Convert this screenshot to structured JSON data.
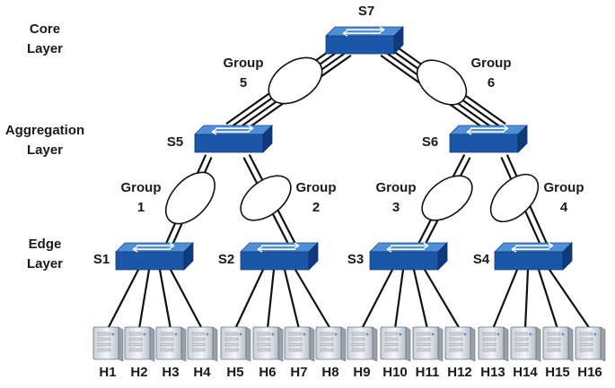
{
  "layers": [
    {
      "id": "core",
      "lines": [
        "Core",
        "Layer"
      ]
    },
    {
      "id": "aggregation",
      "lines": [
        "Aggregation",
        "Layer"
      ]
    },
    {
      "id": "edge",
      "lines": [
        "Edge",
        "Layer"
      ]
    }
  ],
  "switches": [
    {
      "id": "s7",
      "label": "S7"
    },
    {
      "id": "s5",
      "label": "S5"
    },
    {
      "id": "s6",
      "label": "S6"
    },
    {
      "id": "s1",
      "label": "S1"
    },
    {
      "id": "s2",
      "label": "S2"
    },
    {
      "id": "s3",
      "label": "S3"
    },
    {
      "id": "s4",
      "label": "S4"
    }
  ],
  "groups": [
    {
      "id": "g5",
      "word": "Group",
      "num": "5"
    },
    {
      "id": "g6",
      "word": "Group",
      "num": "6"
    },
    {
      "id": "g1",
      "word": "Group",
      "num": "1"
    },
    {
      "id": "g2",
      "word": "Group",
      "num": "2"
    },
    {
      "id": "g3",
      "word": "Group",
      "num": "3"
    },
    {
      "id": "g4",
      "word": "Group",
      "num": "4"
    }
  ],
  "hosts": [
    "H1",
    "H2",
    "H3",
    "H4",
    "H5",
    "H6",
    "H7",
    "H8",
    "H9",
    "H10",
    "H11",
    "H12",
    "H13",
    "H14",
    "H15",
    "H16"
  ],
  "colors": {
    "switch_top": "#4f8fd6",
    "switch_front": "#1c56a8",
    "switch_side": "#0f3b7c",
    "host_body": "#e6e9ee",
    "link": "#111111",
    "text": "#1a1a1a"
  }
}
